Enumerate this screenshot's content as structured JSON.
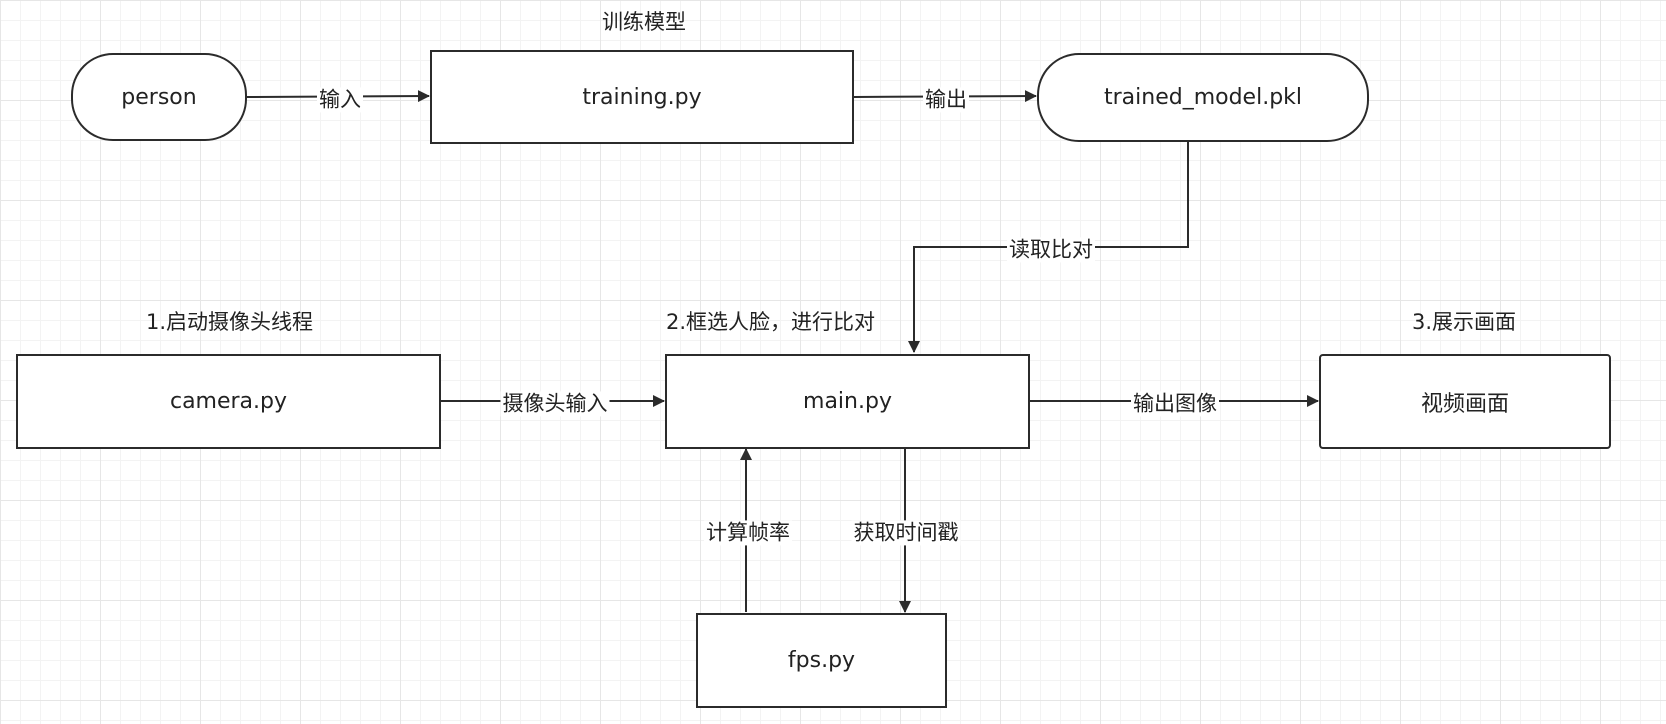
{
  "captions": {
    "train": "训练模型",
    "camera": "1.启动摄像头线程",
    "main": "2.框选人脸，进行比对",
    "display": "3.展示画面"
  },
  "nodes": {
    "person": "person",
    "training": "training.py",
    "trained_model": "trained_model.pkl",
    "camera": "camera.py",
    "main": "main.py",
    "video": "视频画面",
    "fps": "fps.py"
  },
  "edges": {
    "person_training": "输入",
    "training_model": "输出",
    "model_main": "读取比对",
    "camera_main": "摄像头输入",
    "main_video": "输出图像",
    "fps_main": "计算帧率",
    "main_fps": "获取时间戳"
  },
  "colors": {
    "stroke": "#2b2b2b",
    "grid_major": "#e6e6e6",
    "grid_minor": "#f3f3f3"
  }
}
